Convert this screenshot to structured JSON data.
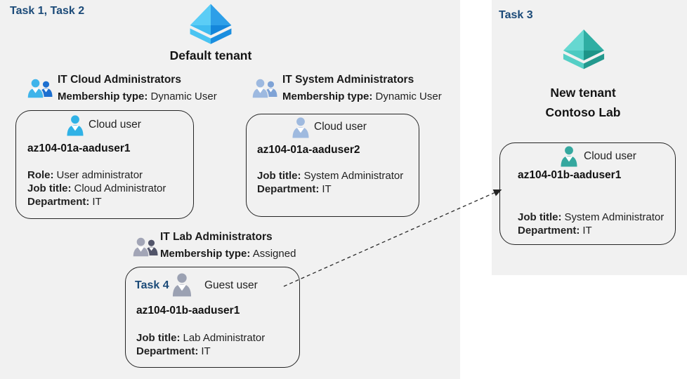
{
  "colors": {
    "panel_background": "#F1F1F1",
    "task_label": "#1B4A78",
    "card_border": "#242424",
    "tenant_icon_blue_light": "#5BCDF6",
    "tenant_icon_blue_dark": "#2D9FE8",
    "tenant_icon_teal_light": "#66D8D1",
    "tenant_icon_teal_dark": "#2FAEA3",
    "user_icon_cloud_blue": "#30B2E6",
    "user_icon_steel_blue": "#9FBADF",
    "user_icon_gray": "#9BA1B2",
    "user_icon_teal": "#35A89F",
    "group_icon_blue_front": "#3FB4EA",
    "group_icon_blue_back": "#1D6FD0",
    "group_icon_steel_front": "#9DB9E0",
    "group_icon_steel_back": "#7FA3D6",
    "group_icon_gray_front": "#A2A5B6",
    "group_icon_gray_back": "#52556A"
  },
  "left_panel": {
    "task_label": "Task 1, Task 2",
    "tenant_icon": "azure-tenant-diamond-icon",
    "tenant_name": "Default tenant",
    "groups": [
      {
        "name": "IT Cloud Administrators",
        "icon": "group-users-icon",
        "membership_label": "Membership type:",
        "membership_value": "Dynamic User",
        "card": {
          "user_icon": "cloud-user-icon",
          "user_type_label": "Cloud user",
          "user_name": "az104-01a-aaduser1",
          "fields": [
            {
              "label": "Role:",
              "value": "User administrator"
            },
            {
              "label": "Job title:",
              "value": "Cloud Administrator"
            },
            {
              "label": "Department:",
              "value": "IT"
            }
          ]
        }
      },
      {
        "name": "IT System Administrators",
        "icon": "group-users-icon",
        "membership_label": "Membership type:",
        "membership_value": "Dynamic User",
        "card": {
          "user_icon": "cloud-user-icon",
          "user_type_label": "Cloud user",
          "user_name": "az104-01a-aaduser2",
          "fields": [
            {
              "label": "Job title:",
              "value": "System Administrator"
            },
            {
              "label": "Department:",
              "value": "IT"
            }
          ]
        }
      },
      {
        "name": "IT Lab Administrators",
        "icon": "group-users-icon",
        "membership_label": "Membership type:",
        "membership_value": "Assigned",
        "card": {
          "task_label": "Task 4",
          "user_icon": "guest-user-icon",
          "user_type_label": "Guest user",
          "user_name": "az104-01b-aaduser1",
          "fields": [
            {
              "label": "Job title:",
              "value": "Lab Administrator"
            },
            {
              "label": "Department:",
              "value": "IT"
            }
          ]
        }
      }
    ]
  },
  "right_panel": {
    "task_label": "Task 3",
    "tenant_icon": "azure-tenant-diamond-icon",
    "tenant_name_line1": "New tenant",
    "tenant_name_line2": "Contoso Lab",
    "card": {
      "user_icon": "cloud-user-icon",
      "user_type_label": "Cloud user",
      "user_name": "az104-01b-aaduser1",
      "fields": [
        {
          "label": "Job title:",
          "value": "System Administrator"
        },
        {
          "label": "Department:",
          "value": "IT"
        }
      ]
    }
  },
  "connector": {
    "type": "dashed-arrow",
    "from": "guest-user-card",
    "to": "new-tenant-cloud-user-card"
  }
}
